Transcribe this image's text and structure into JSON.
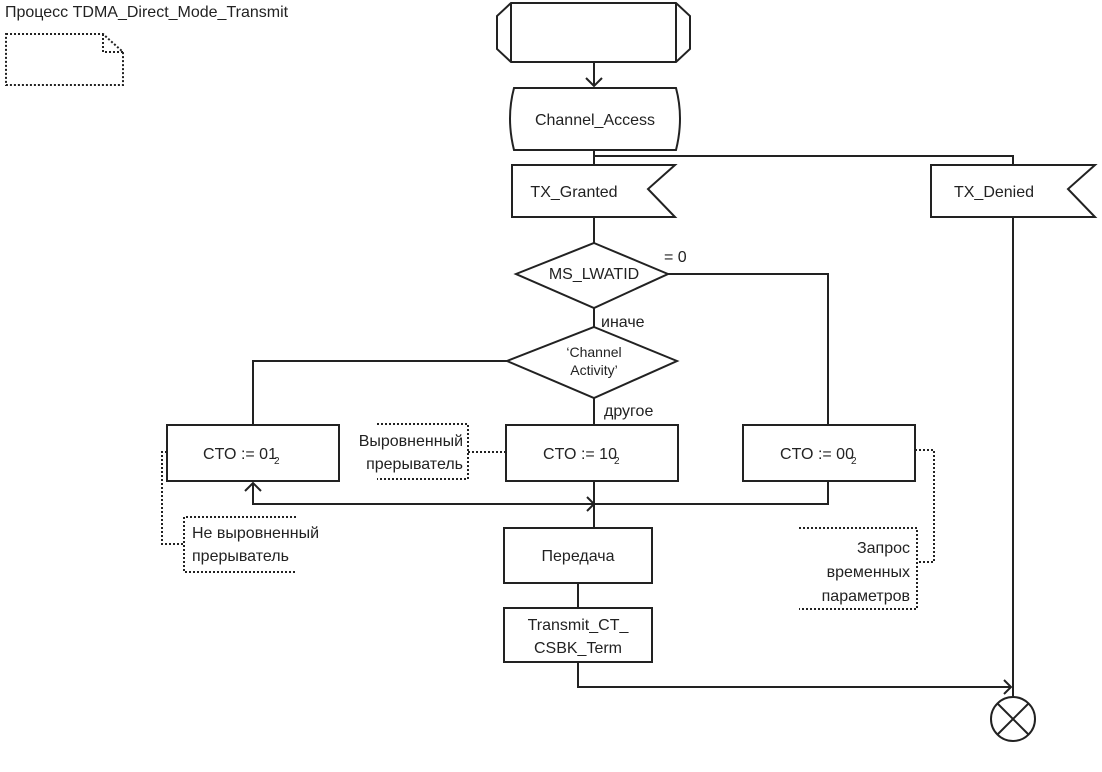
{
  "title": "Процесс TDMA_Direct_Mode_Transmit",
  "nodes": {
    "start": "",
    "channel_access": "Channel_Access",
    "tx_granted": "TX_Granted",
    "tx_denied": "TX_Denied",
    "ms_lwatid": "MS_LWATID",
    "channel_activity_line1": "‘Channel",
    "channel_activity_line2": "Activity’",
    "cto_01": {
      "text": "CTO := 01",
      "sub": "2"
    },
    "cto_10": {
      "text": "CTO := 10",
      "sub": "2"
    },
    "cto_00": {
      "text": "CTO := 00",
      "sub": "2"
    },
    "transmit": "Передача",
    "term_line1": "Transmit_CT_",
    "term_line2": "CSBK_Term"
  },
  "edge_labels": {
    "eq_zero": "= 0",
    "otherwise": "иначе",
    "other": "другое"
  },
  "comments": {
    "aligned_line1": "Выровненный",
    "aligned_line2": "прерыватель",
    "not_aligned_line1": "Не выровненный",
    "not_aligned_line2": "прерыватель",
    "timing_line1": "Запрос",
    "timing_line2": "временных",
    "timing_line3": "параметров"
  }
}
